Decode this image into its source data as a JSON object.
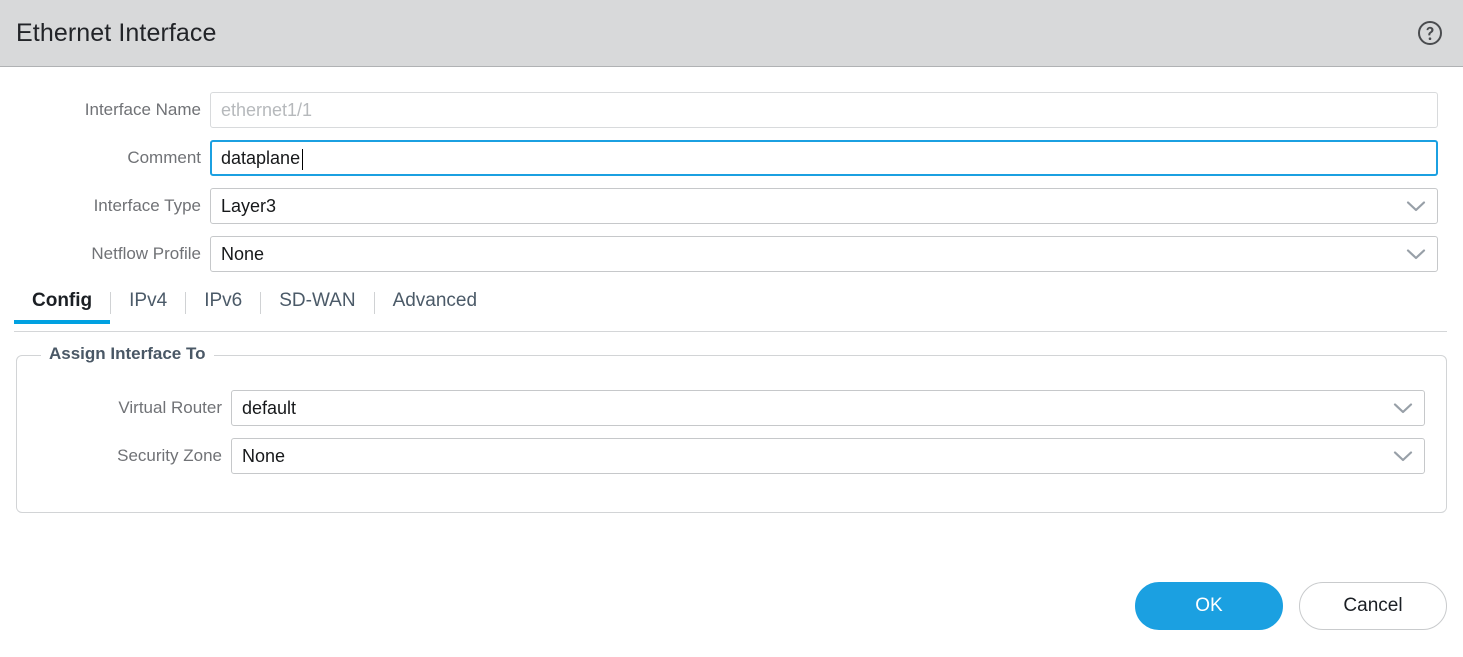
{
  "header": {
    "title": "Ethernet Interface",
    "help_icon": "help-circle-icon"
  },
  "form": {
    "fields": [
      {
        "label": "Interface Name",
        "value": "",
        "placeholder": "ethernet1/1",
        "type": "text",
        "disabled": true,
        "focused": false
      },
      {
        "label": "Comment",
        "value": "dataplane",
        "placeholder": "",
        "type": "text",
        "disabled": false,
        "focused": true
      },
      {
        "label": "Interface Type",
        "value": "Layer3",
        "placeholder": "",
        "type": "select",
        "disabled": false,
        "focused": false
      },
      {
        "label": "Netflow Profile",
        "value": "None",
        "placeholder": "",
        "type": "select",
        "disabled": false,
        "focused": false
      }
    ]
  },
  "tabs": {
    "items": [
      {
        "label": "Config",
        "active": true
      },
      {
        "label": "IPv4",
        "active": false
      },
      {
        "label": "IPv6",
        "active": false
      },
      {
        "label": "SD-WAN",
        "active": false
      },
      {
        "label": "Advanced",
        "active": false
      }
    ]
  },
  "assign_interface": {
    "legend": "Assign Interface To",
    "fields": [
      {
        "label": "Virtual Router",
        "value": "default",
        "type": "select"
      },
      {
        "label": "Security Zone",
        "value": "None",
        "type": "select"
      }
    ]
  },
  "footer": {
    "ok_label": "OK",
    "cancel_label": "Cancel"
  },
  "colors": {
    "accent": "#1ba0e1",
    "tab_underline": "#00a1e1",
    "header_bg": "#d8d9da",
    "label_text": "#707276",
    "legend_text": "#4a5866"
  }
}
